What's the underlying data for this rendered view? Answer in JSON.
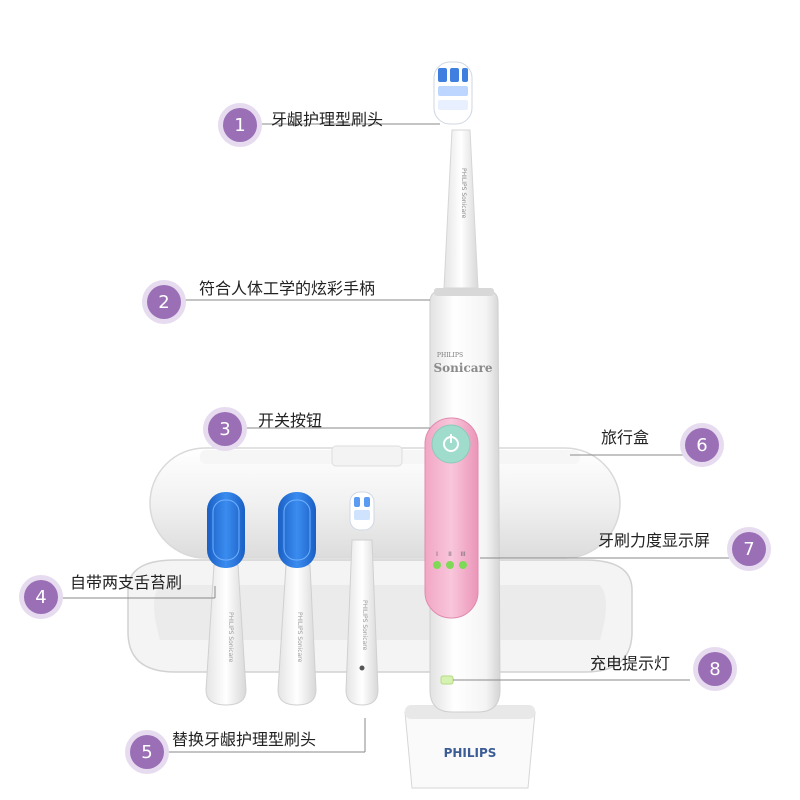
{
  "callouts": [
    {
      "num": "1",
      "label": "牙龈护理型刷头"
    },
    {
      "num": "2",
      "label": "符合人体工学的炫彩手柄"
    },
    {
      "num": "3",
      "label": "开关按钮"
    },
    {
      "num": "4",
      "label": "自带两支舌苔刷"
    },
    {
      "num": "5",
      "label": "替换牙龈护理型刷头"
    },
    {
      "num": "6",
      "label": "旅行盒"
    },
    {
      "num": "7",
      "label": "牙刷力度显示屏"
    },
    {
      "num": "8",
      "label": "充电提示灯"
    }
  ],
  "product": {
    "brand": "PHILIPS",
    "model": "Sonicare",
    "head_print": "PHILIPS Sonicare",
    "intensity_marks": [
      "I",
      "II",
      "III"
    ]
  },
  "colors": {
    "badge": "#9a6fb6",
    "badge_halo": "#e6dbef",
    "pink": "#f2a6c4",
    "mint": "#9fdccc",
    "blue_tongue": "#1f6fd6",
    "indicator_green": "#7ed957"
  }
}
